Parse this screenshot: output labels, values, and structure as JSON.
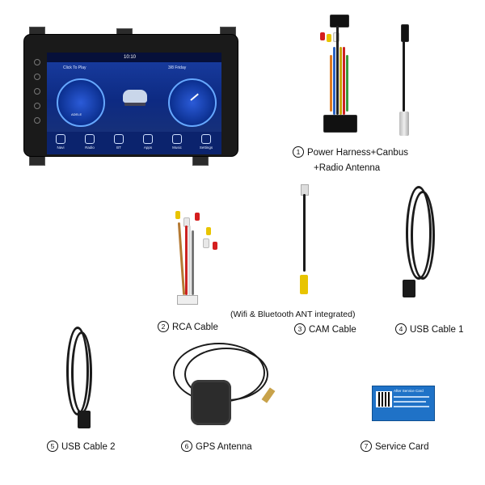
{
  "head_unit": {
    "status_time": "10:10",
    "music_text": "Click To Play",
    "music_artist": "ADELE",
    "date_text": "3/8 Friday",
    "dock": [
      "Navi",
      "Radio",
      "BT",
      "Apps",
      "Music",
      "Settings"
    ]
  },
  "items": [
    {
      "number": "1",
      "label_line1": "Power Harness+Canbus",
      "label_line2": "+Radio Antenna"
    },
    {
      "number": "2",
      "label": "RCA Cable"
    },
    {
      "number": "3",
      "label": "CAM Cable",
      "note": "(Wifi & Bluetooth ANT integrated)"
    },
    {
      "number": "4",
      "label": "USB Cable 1"
    },
    {
      "number": "5",
      "label": "USB Cable 2"
    },
    {
      "number": "6",
      "label": "GPS Antenna"
    },
    {
      "number": "7",
      "label": "Service Card"
    }
  ],
  "service_card": {
    "title": "After Service Card"
  }
}
